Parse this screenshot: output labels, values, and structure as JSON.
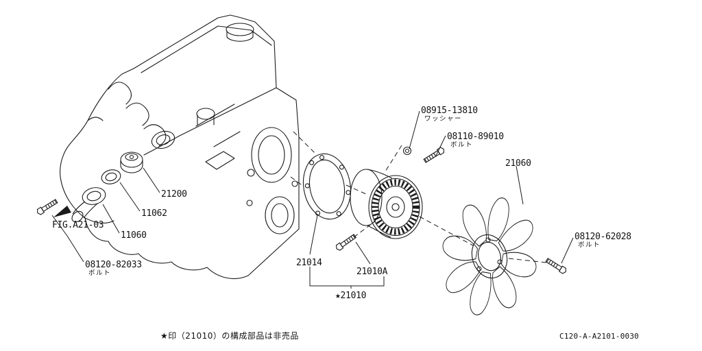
{
  "page": {
    "background": "#ffffff",
    "line_color": "#1a1a1a",
    "type": "exploded-parts-diagram"
  },
  "diagram": {
    "labels": [
      {
        "part_no": "08915-13810",
        "caption": "ワッシャー"
      },
      {
        "part_no": "08110-89010",
        "caption": "ボルト"
      },
      {
        "part_no": "21060",
        "caption": ""
      },
      {
        "part_no": "21200",
        "caption": ""
      },
      {
        "part_no": "11062",
        "caption": ""
      },
      {
        "part_no": "11060",
        "caption": ""
      },
      {
        "part_no": "FIG.A21-03",
        "caption": ""
      },
      {
        "part_no": "08120-82033",
        "caption": "ボルト"
      },
      {
        "part_no": "21014",
        "caption": ""
      },
      {
        "part_no": "21010A",
        "caption": ""
      },
      {
        "part_no": "★21010",
        "caption": ""
      },
      {
        "part_no": "08120-62028",
        "caption": "ボルト"
      }
    ],
    "icons": {
      "fig_reference_arrow": "solid-black-arrow-pointing-lower-left"
    },
    "footnote": "★印（21010）の構成部品は非売品",
    "drawing_code": "C120-A-A2101-0030"
  }
}
